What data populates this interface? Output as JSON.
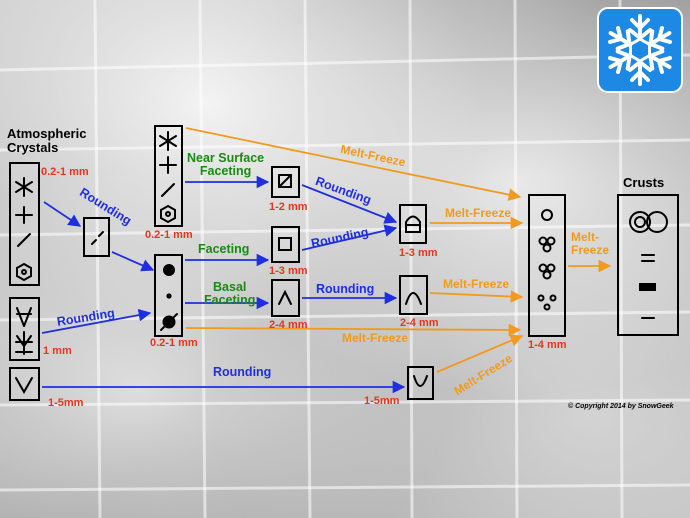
{
  "headings": {
    "atmospheric": "Atmospheric\nCrystals",
    "crusts": "Crusts"
  },
  "labels": {
    "near_surface_faceting": "Near Surface\nFaceting",
    "faceting": "Faceting",
    "basal_faceting": "Basal\nFaceting",
    "rounding": "Rounding",
    "melt_freeze": "Melt-Freeze",
    "melt_freeze_split": "Melt-\nFreeze"
  },
  "sizes": {
    "atm_top": "0.2-1 mm",
    "atm_mid": "1 mm",
    "atm_bot": "1-5mm",
    "col2": "0.2-1 mm",
    "col3": "0.2-1 mm",
    "nsf": "1-2 mm",
    "fac": "1-3 mm",
    "basal": "2-4 mm",
    "round_top": "1-3 mm",
    "round_mid": "2-4 mm",
    "round_bot": "1-5mm",
    "mf": "1-4 mm"
  },
  "copyright": "© Copyright 2014 by SnowGeek",
  "colors": {
    "red": "#e8351f",
    "blue": "#1f2fe0",
    "green": "#1a8a12",
    "orange": "#f19a1e",
    "logo_bg": "#1e88e5"
  },
  "icons": {
    "logo": "snowflake-icon"
  }
}
